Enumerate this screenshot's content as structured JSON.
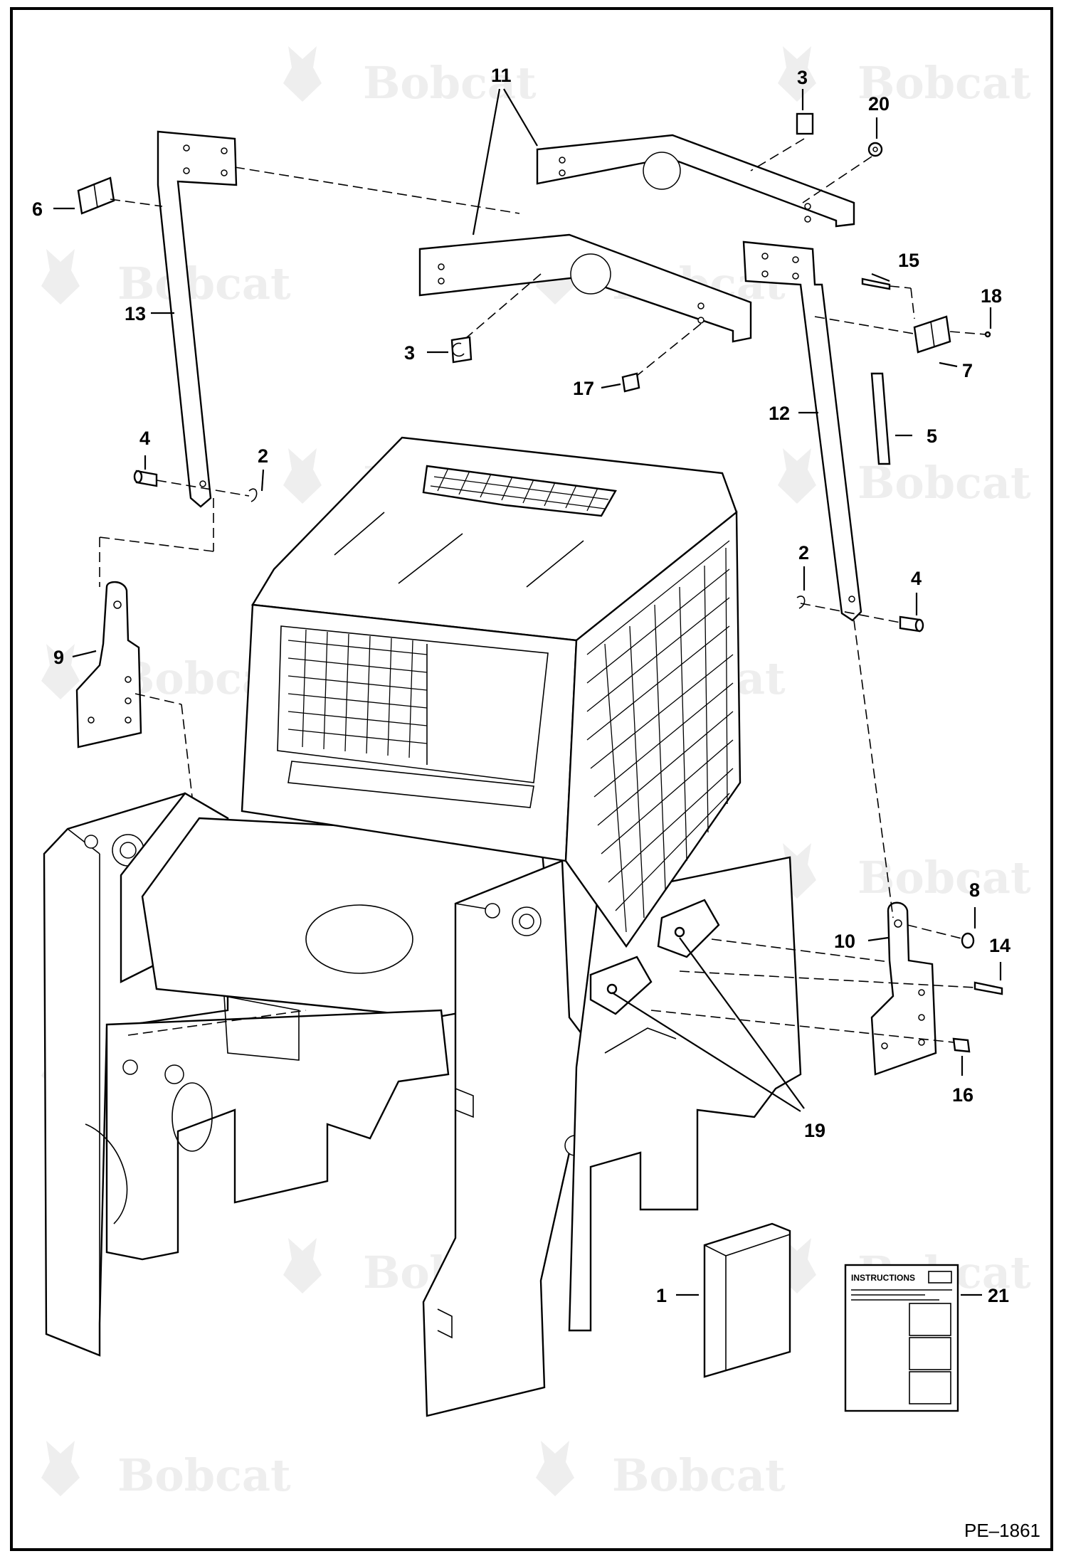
{
  "watermark": {
    "brand": "Bobcat"
  },
  "callouts": {
    "c1": "1",
    "c2a": "2",
    "c2b": "2",
    "c3a": "3",
    "c3b": "3",
    "c4a": "4",
    "c4b": "4",
    "c5": "5",
    "c6": "6",
    "c7": "7",
    "c8": "8",
    "c9": "9",
    "c10": "10",
    "c11": "11",
    "c12": "12",
    "c13": "13",
    "c14": "14",
    "c15": "15",
    "c16": "16",
    "c17": "17",
    "c18": "18",
    "c19": "19",
    "c20": "20",
    "c21": "21"
  },
  "instructions_sheet": {
    "title": "INSTRUCTIONS"
  },
  "figure_ref": "PE–1861"
}
